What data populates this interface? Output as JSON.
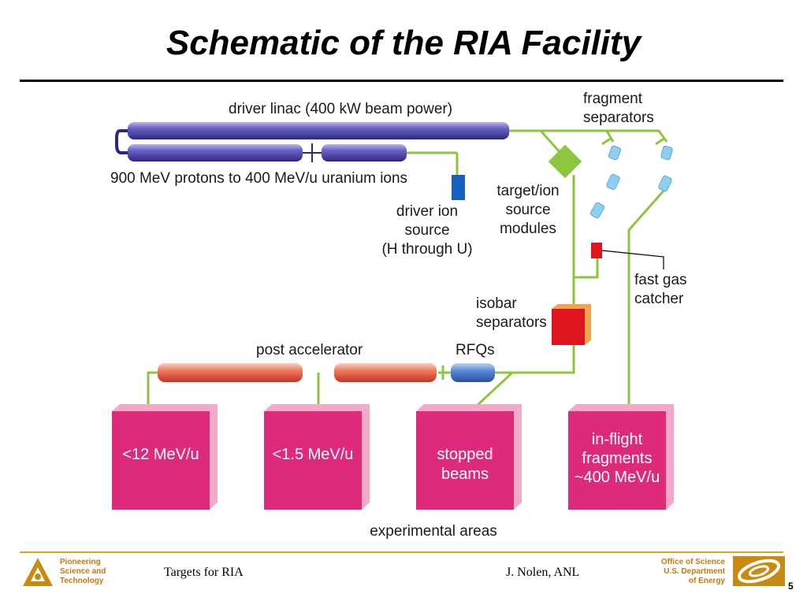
{
  "title": "Schematic of the RIA Facility",
  "diagram": {
    "labels": {
      "driver_linac": "driver linac (400 kW beam power)",
      "protons": "900 MeV protons to 400 MeV/u uranium ions",
      "fragment_separators": [
        "fragment",
        "separators"
      ],
      "driver_ion_source": [
        "driver ion",
        "source",
        "(H through U)"
      ],
      "target_ion_source": [
        "target/ion",
        "source",
        "modules"
      ],
      "fast_gas_catcher": [
        "fast gas",
        "catcher"
      ],
      "isobar_separators": [
        "isobar",
        "separators"
      ],
      "post_accelerator": "post accelerator",
      "rfqs": "RFQs",
      "experimental_areas": "experimental areas"
    },
    "boxes": [
      {
        "lines": [
          "<12 MeV/u"
        ]
      },
      {
        "lines": [
          "<1.5 MeV/u"
        ]
      },
      {
        "lines": [
          "stopped",
          "beams"
        ]
      },
      {
        "lines": [
          "in-flight",
          "fragments",
          "~400 MeV/u"
        ]
      }
    ],
    "colors": {
      "linac_tube": "#4a44a8",
      "post_accel_tube": "#e8553e",
      "rfq_tube": "#3f6fc4",
      "beamline": "#8cc63f",
      "box": "#dd2a7b",
      "box_side": "#f3a9c8",
      "red_module": "#e0141e",
      "separator": "#8ecff0",
      "ion_source": "#1560c0"
    }
  },
  "footer": {
    "left_lines": [
      "Pioneering",
      "Science and",
      "Technology"
    ],
    "center_left": "Targets for RIA",
    "center_right": "J. Nolen, ANL",
    "right_lines": [
      "Office of Science",
      "U.S. Department",
      "of Energy"
    ],
    "page": "5"
  }
}
